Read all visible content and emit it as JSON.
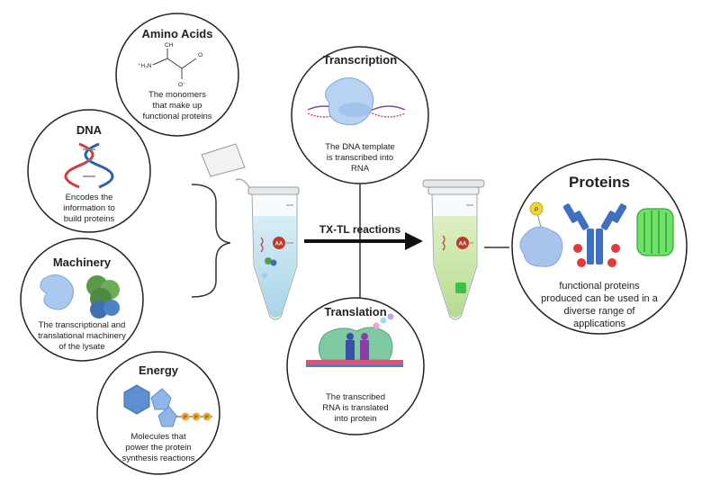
{
  "amino_acids": {
    "title": "Amino Acids",
    "description": [
      "The monomers",
      "that make up",
      "functional proteins"
    ],
    "structure_labels": {
      "ch": "CH",
      "nh": "⁺H₃N",
      "o_top": "O",
      "o_bottom": "O⁻"
    }
  },
  "dna": {
    "title": "DNA",
    "description": [
      "Encodes the",
      "information to",
      "build proteins"
    ]
  },
  "machinery": {
    "title": "Machinery",
    "description": [
      "The transcriptional and",
      "translational machinery",
      "of the lysate"
    ]
  },
  "energy": {
    "title": "Energy",
    "description": [
      "Molecules that",
      "power the protein",
      "synthesis reactions"
    ],
    "phosphate_label": "P"
  },
  "transcription": {
    "title": "Transcription",
    "description": [
      "The DNA template",
      "is transcribed into",
      "RNA"
    ]
  },
  "translation": {
    "title": "Translation",
    "description": [
      "The transcribed",
      "RNA is translated",
      "into protein"
    ]
  },
  "reaction": {
    "label": "TX-TL reactions"
  },
  "tube_badge": "AA",
  "proteins": {
    "title": "Proteins",
    "description": [
      "functional proteins",
      "produced can be used in a",
      "diverse range of",
      "applications"
    ],
    "ligand_label": "P"
  }
}
